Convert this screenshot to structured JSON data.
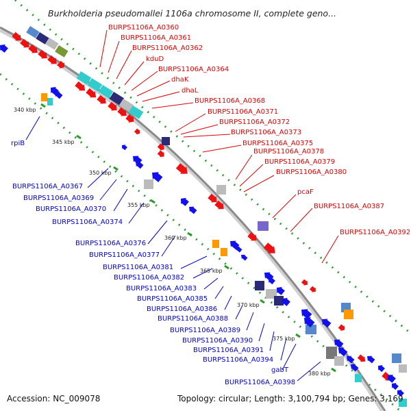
{
  "title": "Burkholderia pseudomallei 1106a chromosome II, complete geno...",
  "footer": {
    "accession": "Accession: NC_009078",
    "summary": "Topology: circular; Length: 3,100,794 bp; Genes: 3,169"
  },
  "colors": {
    "forward_gene": "#ee1111",
    "reverse_gene": "#1111ee",
    "backbone": "#8a8a8a",
    "dotted_track": "#2a9a2a",
    "forward_label": "#dd0000",
    "reverse_label": "#0000cc",
    "teal_feature": "#33cccc",
    "orange_feature": "#ff9900",
    "navy_feature": "#2a2a77",
    "grey_feature": "#bbbbbb",
    "steelblue_feature": "#5588cc",
    "olive_feature": "#779933",
    "violet_feature": "#7766cc"
  },
  "ticks": [
    "340 kbp",
    "345 kbp",
    "350 kbp",
    "355 kbp",
    "360 kbp",
    "365 kbp",
    "370 kbp",
    "375 kbp",
    "380 kbp"
  ],
  "forward_labels": [
    "BURPS1106A_A0360",
    "BURPS1106A_A0361",
    "BURPS1106A_A0362",
    "kduD",
    "BURPS1106A_A0364",
    "dhaK",
    "dhaL",
    "BURPS1106A_A0368",
    "BURPS1106A_A0371",
    "BURPS1106A_A0372",
    "BURPS1106A_A0373",
    "BURPS1106A_A0375",
    "BURPS1106A_A0378",
    "BURPS1106A_A0379",
    "BURPS1106A_A0380",
    "pcaF",
    "BURPS1106A_A0387",
    "BURPS1106A_A0392"
  ],
  "reverse_labels": [
    "rpiB",
    "BURPS1106A_A0367",
    "BURPS1106A_A0369",
    "BURPS1106A_A0370",
    "BURPS1106A_A0374",
    "BURPS1106A_A0376",
    "BURPS1106A_A0377",
    "BURPS1106A_A0381",
    "BURPS1106A_A0382",
    "BURPS1106A_A0383",
    "BURPS1106A_A0385",
    "BURPS1106A_A0386",
    "BURPS1106A_A0388",
    "BURPS1106A_A0389",
    "BURPS1106A_A0390",
    "BURPS1106A_A0391",
    "BURPS1106A_A0394",
    "gabT",
    "BURPS1106A_A0398"
  ]
}
